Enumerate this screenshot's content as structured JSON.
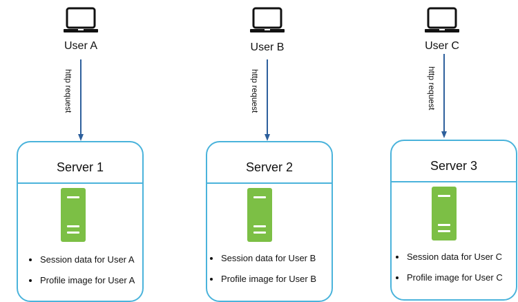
{
  "colors": {
    "box_border": "#4ab3db",
    "arrow": "#2d5f9c",
    "server": "#7cbf45"
  },
  "request_label": "http request",
  "users": [
    {
      "name": "User A",
      "icon": "laptop-icon"
    },
    {
      "name": "User B",
      "icon": "laptop-icon"
    },
    {
      "name": "User C",
      "icon": "laptop-icon"
    }
  ],
  "servers": [
    {
      "title": "Server 1",
      "icon": "server-rack-icon",
      "items": [
        "Session data for User A",
        "Profile image for User A"
      ]
    },
    {
      "title": "Server 2",
      "icon": "server-rack-icon",
      "items": [
        "Session data for User B",
        "Profile image for User B"
      ]
    },
    {
      "title": "Server 3",
      "icon": "server-rack-icon",
      "items": [
        "Session data for User C",
        "Profile image for User C"
      ]
    }
  ]
}
